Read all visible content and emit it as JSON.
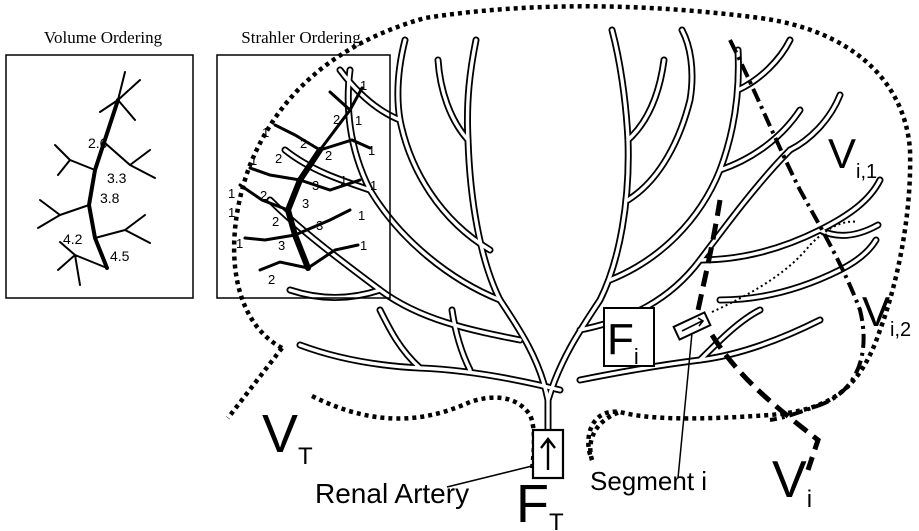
{
  "insets": {
    "volume": {
      "title": "Volume Ordering",
      "labels": [
        "2.6",
        "3.3",
        "3.8",
        "4.2",
        "4.5"
      ]
    },
    "strahler": {
      "title": "Strahler Ordering",
      "labels": [
        "1",
        "2",
        "1",
        "2",
        "2",
        "1",
        "1",
        "1",
        "2",
        "3",
        "1",
        "1",
        "3",
        "1",
        "1",
        "2",
        "3",
        "1",
        "2",
        "3",
        "1",
        "1",
        "2"
      ]
    }
  },
  "labels": {
    "vi1_main": "V",
    "vi1_sub": "i,1",
    "vi2_main": "V",
    "vi2_sub": "i,2",
    "vt_main": "V",
    "vt_sub": "T",
    "vi_main": "V",
    "vi_sub": "i",
    "fi_main": "F",
    "fi_sub": "i",
    "ft_main": "F",
    "ft_sub": "T",
    "renal_artery": "Renal Artery",
    "segment_i": "Segment i"
  }
}
